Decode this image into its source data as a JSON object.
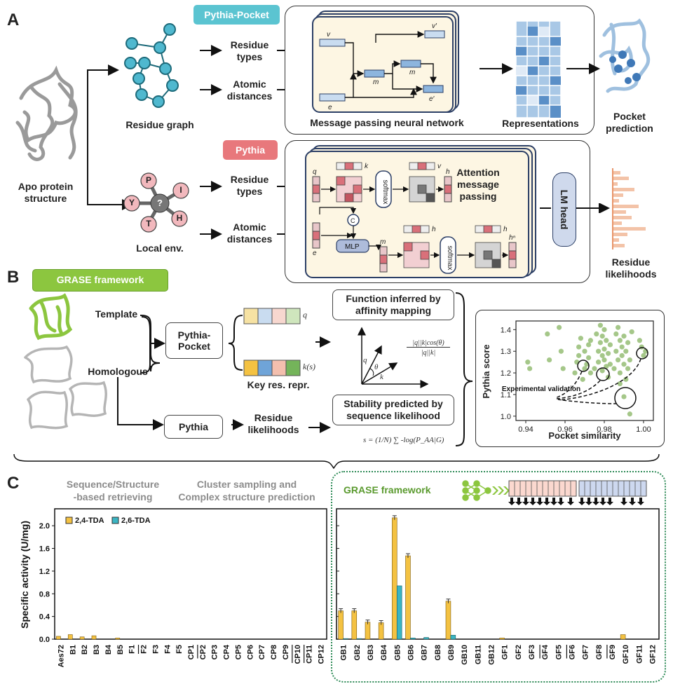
{
  "panels": {
    "a": "A",
    "b": "B",
    "c": "C"
  },
  "panel_a": {
    "apo_protein": "Apo protein\nstructure",
    "residue_graph": "Residue graph",
    "local_env": "Local env.",
    "env_nodes": [
      "P",
      "?",
      "I",
      "Y",
      "T",
      "H"
    ],
    "pythia_pocket_tag": "Pythia-Pocket",
    "pythia_tag": "Pythia",
    "residue_types": "Residue\ntypes",
    "atomic_distances": "Atomic\ndistances",
    "mpnn_caption": "Message passing neural network",
    "representations": "Representations",
    "pocket_prediction": "Pocket\nprediction",
    "attention_caption": "Attention\nmessage\npassing",
    "lm_head": "LM head",
    "residue_likelihoods": "Residue\nlikelihoods",
    "mpnn_vars": {
      "v": "v",
      "v_prime": "v′",
      "m1": "m",
      "m2": "m",
      "e": "e",
      "e_prime": "e′"
    },
    "attn_vars": {
      "q": "q",
      "k": "k",
      "v": "v",
      "h1": "h",
      "e": "e",
      "c": "C",
      "m": "m",
      "h2": "h",
      "h3": "h",
      "hn": "hⁿ",
      "mlp": "MLP",
      "softmax": "softmax"
    },
    "colors": {
      "pythia_pocket": "#5bc4d1",
      "pythia": "#e8787c",
      "graph_node": "#4fb8cf",
      "env_node": "#f2b8bd",
      "box_fill": "#fdf6e3"
    }
  },
  "panel_b": {
    "tag": "GRASE framework",
    "template": "Template",
    "homologous": "Homologous",
    "pythia_pocket": "Pythia-\nPocket",
    "pythia": "Pythia",
    "q_label": "q",
    "k_label": "k(s)",
    "key_res_repr": "Key res. repr.",
    "function_box": "Function inferred by\naffinity mapping",
    "cos_formula": "|q||k|cos(θ)",
    "cos_denominator": "|q||k|",
    "vec_labels": {
      "q": "q",
      "theta": "θ",
      "k": "k"
    },
    "residue_likelihoods": "Residue\nlikelihoods",
    "stability_box": "Stability predicted by\nsequence likelihood",
    "s_formula": "s = (1/N) ∑ -log(P_AA|G)",
    "experimental_validation": "Experimental\nvalidation",
    "tag_color": "#8cc63f"
  },
  "scatter": {
    "chart_data": {
      "type": "scatter",
      "xlabel": "Pocket similarity",
      "ylabel": "Pythia score",
      "xlim": [
        0.935,
        1.005
      ],
      "ylim": [
        0.98,
        1.44
      ],
      "xticks": [
        "0.94",
        "0.96",
        "0.98",
        "1.00"
      ],
      "yticks": [
        "1.0",
        "1.1",
        "1.2",
        "1.3",
        "1.4"
      ],
      "x": [
        0.941,
        0.942,
        0.951,
        0.952,
        0.957,
        0.958,
        0.959,
        0.965,
        0.966,
        0.967,
        0.967,
        0.968,
        0.969,
        0.97,
        0.97,
        0.971,
        0.972,
        0.972,
        0.973,
        0.973,
        0.975,
        0.976,
        0.977,
        0.977,
        0.978,
        0.978,
        0.979,
        0.979,
        0.979,
        0.98,
        0.98,
        0.98,
        0.981,
        0.981,
        0.982,
        0.982,
        0.983,
        0.983,
        0.985,
        0.986,
        0.986,
        0.987,
        0.987,
        0.988,
        0.988,
        0.988,
        0.989,
        0.989,
        0.99,
        0.99,
        0.99,
        0.991,
        0.991,
        0.992,
        0.992,
        0.993,
        0.993,
        0.994,
        0.998,
        0.999,
        1.0,
        1.001
      ],
      "y": [
        1.25,
        1.22,
        1.38,
        1.26,
        1.41,
        1.3,
        1.22,
        1.2,
        1.25,
        1.28,
        1.32,
        1.36,
        1.17,
        1.22,
        1.3,
        1.24,
        1.33,
        1.27,
        1.2,
        1.35,
        1.22,
        1.38,
        1.3,
        1.25,
        1.42,
        1.34,
        1.28,
        1.21,
        1.37,
        1.31,
        1.26,
        1.4,
        1.23,
        1.35,
        1.18,
        1.29,
        1.33,
        1.24,
        1.22,
        1.38,
        1.3,
        1.26,
        1.41,
        1.35,
        1.2,
        1.15,
        1.32,
        1.28,
        1.24,
        1.37,
        1.09,
        1.17,
        1.3,
        1.22,
        1.34,
        1.01,
        1.26,
        1.39,
        1.35,
        1.32,
        1.28,
        1.3
      ],
      "color": "#8fb96c"
    }
  },
  "panel_c": {
    "cat_left_1": "Sequence/Structure\n-based retrieving",
    "cat_left_2": "Cluster sampling and\nComplex structure prediction",
    "grase": "GRASE framework",
    "legend": [
      "2,4-TDA",
      "2,6-TDA"
    ],
    "chart_data": {
      "type": "bar",
      "ylabel": "Specific activity (U/mg)",
      "ylim": [
        0,
        2.2
      ],
      "yticks": [
        "0.0",
        "0.4",
        "0.8",
        "1.2",
        "1.6",
        "2.0"
      ],
      "categories_left": [
        "Aes72",
        "B1",
        "B2",
        "B3",
        "B4",
        "B5",
        "F1",
        "F2",
        "F3",
        "F4",
        "F5",
        "CP1",
        "CP2",
        "CP3",
        "CP4",
        "CP5",
        "CP6",
        "CP7",
        "CP8",
        "CP9",
        "CP10",
        "CP11",
        "CP12"
      ],
      "categories_right": [
        "GB1",
        "GB2",
        "GB3",
        "GB4",
        "GB5",
        "GB6",
        "GB7",
        "GB8",
        "GB9",
        "GB10",
        "GB11",
        "GB12",
        "GF1",
        "GF2",
        "GF3",
        "GF4",
        "GF5",
        "GF6",
        "GF7",
        "GF8",
        "GF9",
        "GF10",
        "GF11",
        "GF12"
      ],
      "underlined": [
        "F2",
        "CP2",
        "CP10",
        "CP11",
        "GF4",
        "GF6",
        "GF9"
      ],
      "series": [
        {
          "name": "2,4-TDA",
          "color": "#f4c242",
          "values_left": [
            0.05,
            0.08,
            0.04,
            0.06,
            0.0,
            0.02,
            0,
            0,
            0,
            0,
            0,
            0,
            0,
            0,
            0,
            0,
            0,
            0,
            0,
            0,
            0,
            0,
            0
          ],
          "values_right": [
            0.5,
            0.5,
            0.3,
            0.29,
            2.14,
            1.47,
            0.0,
            0.0,
            0.67,
            0,
            0,
            0,
            0.02,
            0,
            0,
            0,
            0,
            0,
            0,
            0,
            0,
            0.08,
            0,
            0
          ]
        },
        {
          "name": "2,6-TDA",
          "color": "#3bb5c3",
          "values_left": [
            0,
            0,
            0,
            0,
            0,
            0,
            0,
            0,
            0,
            0,
            0,
            0,
            0,
            0,
            0,
            0,
            0,
            0,
            0,
            0,
            0,
            0,
            0
          ],
          "values_right": [
            0.01,
            0.01,
            0,
            0,
            0.94,
            0.02,
            0.03,
            0,
            0.07,
            0,
            0,
            0,
            0,
            0,
            0,
            0,
            0,
            0,
            0,
            0,
            0,
            0,
            0,
            0
          ]
        }
      ]
    }
  }
}
